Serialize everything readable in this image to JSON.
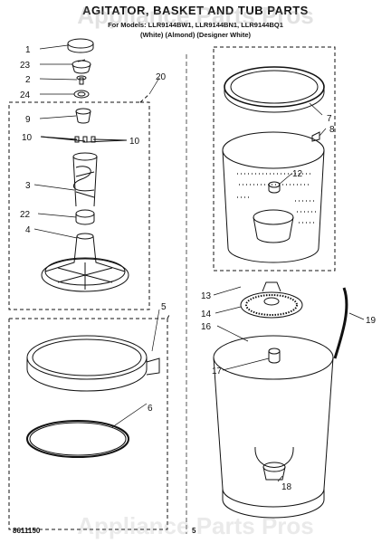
{
  "header": {
    "title": "AGITATOR, BASKET AND TUB PARTS",
    "models": "For Models: LLR9144BW1, LLR9144BN1, LLR9144BQ1",
    "colors": "(White)   (Almond) (Designer White)"
  },
  "watermark": "Appliance Parts Pros",
  "footer": {
    "code": "8611150",
    "page": "5"
  },
  "callouts": [
    "1",
    "23",
    "2",
    "24",
    "9",
    "10",
    "10",
    "3",
    "22",
    "4",
    "20",
    "5",
    "6",
    "7",
    "8",
    "12",
    "13",
    "14",
    "16",
    "17",
    "18",
    "19"
  ]
}
